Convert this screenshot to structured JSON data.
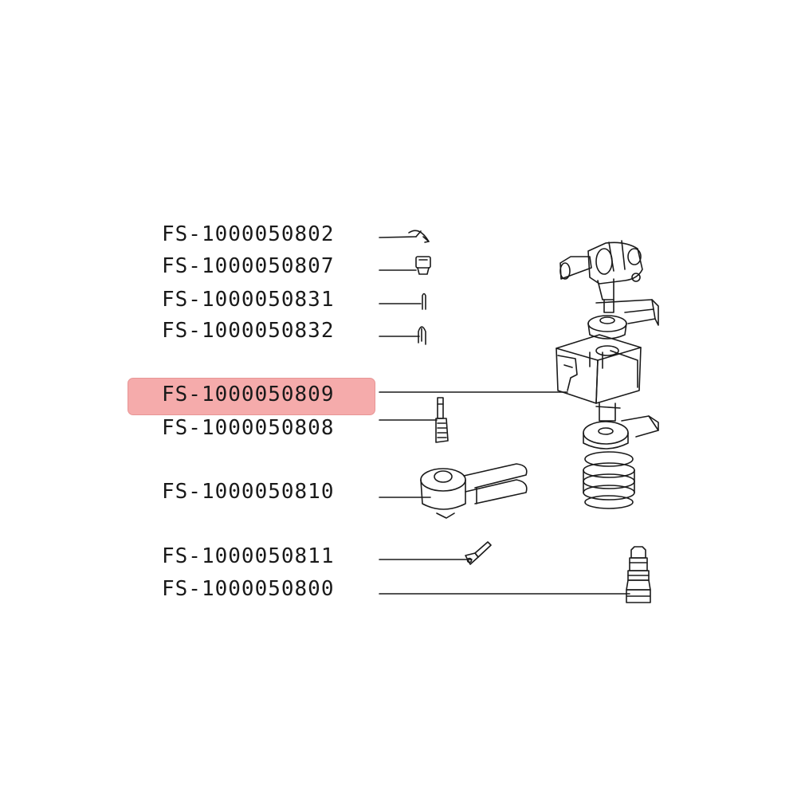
{
  "diagram": {
    "parts": [
      {
        "id": "FS-1000050802",
        "highlighted": false
      },
      {
        "id": "FS-1000050807",
        "highlighted": false
      },
      {
        "id": "FS-1000050831",
        "highlighted": false
      },
      {
        "id": "FS-1000050832",
        "highlighted": false
      },
      {
        "id": "FS-1000050809",
        "highlighted": true
      },
      {
        "id": "FS-1000050808",
        "highlighted": false
      },
      {
        "id": "FS-1000050810",
        "highlighted": false
      },
      {
        "id": "FS-1000050811",
        "highlighted": false
      },
      {
        "id": "FS-1000050800",
        "highlighted": false
      }
    ],
    "highlight_color": "#f4a3a3",
    "line_color": "#1a1a1a"
  }
}
